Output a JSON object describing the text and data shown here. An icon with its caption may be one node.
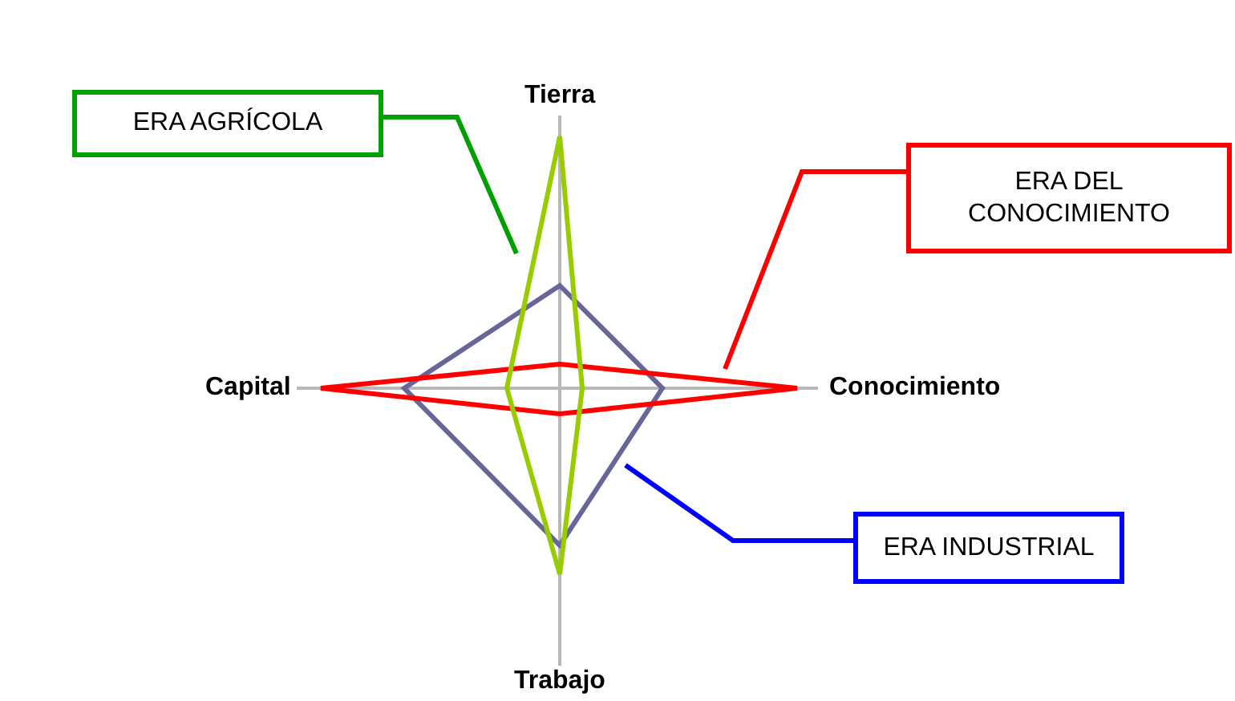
{
  "diagram": {
    "nodes": [
      {
        "text": [
          "ERA AGRÍCOLA"
        ]
      },
      {
        "text": [
          "ERA DEL CONOCIMIENTO"
        ]
      },
      {
        "text": [
          "ERA INDUSTRIAL"
        ]
      },
      {
        "text": [],
        "shape": "diamond"
      },
      {
        "text": [],
        "shape": "diamond"
      },
      {
        "text": [],
        "shape": "diamond"
      }
    ],
    "edges": [
      {
        "from": 0,
        "to": 3,
        "arrow": "none",
        "color": "#00a000"
      },
      {
        "from": 1,
        "to": 4,
        "arrow": "none",
        "color": "#ff0000"
      },
      {
        "from": 2,
        "to": 5,
        "arrow": "none",
        "color": "#0000ff"
      }
    ],
    "labels": [
      "Tierra",
      "Capital",
      "Conocimiento",
      "Trabajo"
    ]
  }
}
